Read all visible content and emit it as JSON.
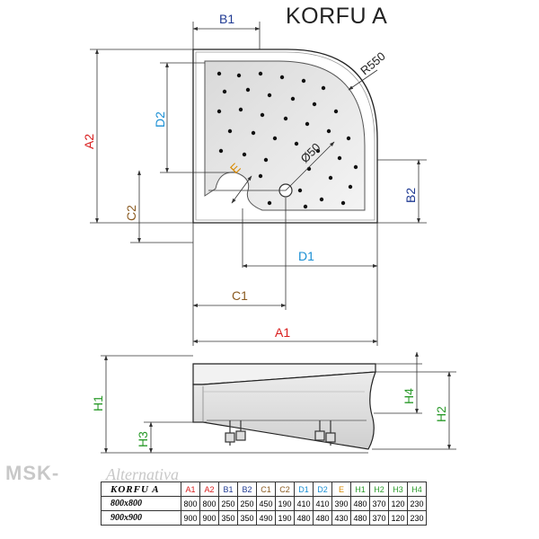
{
  "title": "KORFU A",
  "labels": {
    "b1": "B1",
    "b2": "B2",
    "a1": "A1",
    "a2": "A2",
    "c1": "C1",
    "c2": "C2",
    "d1": "D1",
    "d2": "D2",
    "e": "E",
    "radius": "R550",
    "drain": "Ø50",
    "h1": "H1",
    "h2": "H2",
    "h3": "H3",
    "h4": "H4"
  },
  "colors": {
    "a": "#d81c1c",
    "b": "#1f3a93",
    "c": "#8a5a20",
    "d": "#1a8fd4",
    "e": "#d88a00",
    "h": "#2a9a2a"
  },
  "watermark": {
    "brand": "MSK-",
    "script": "Alternativa"
  },
  "table": {
    "model_header": "KORFU A",
    "headers": [
      "A1",
      "A2",
      "B1",
      "B2",
      "C1",
      "C2",
      "D1",
      "D2",
      "E",
      "H1",
      "H2",
      "H3",
      "H4"
    ],
    "rows": [
      {
        "model": "800x800",
        "values": [
          "800",
          "800",
          "250",
          "250",
          "450",
          "190",
          "410",
          "410",
          "390",
          "480",
          "370",
          "120",
          "230"
        ]
      },
      {
        "model": "900x900",
        "values": [
          "900",
          "900",
          "350",
          "350",
          "490",
          "190",
          "480",
          "480",
          "430",
          "480",
          "370",
          "120",
          "230"
        ]
      }
    ]
  }
}
